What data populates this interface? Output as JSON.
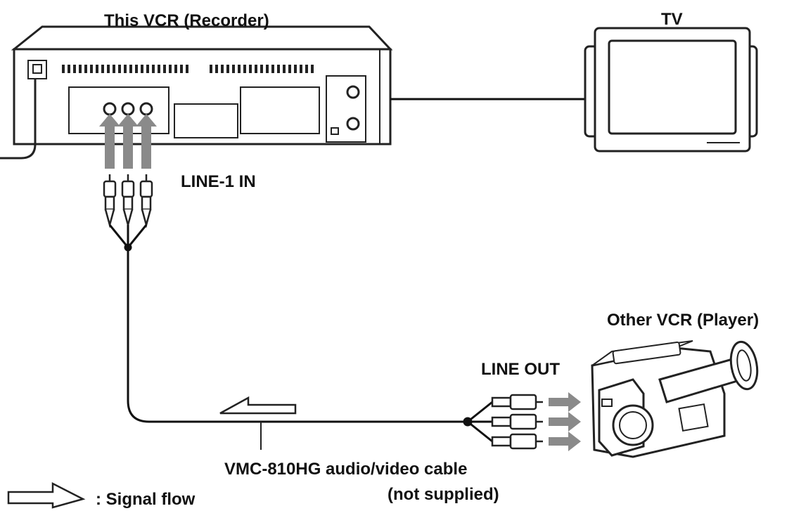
{
  "labels": {
    "vcr_recorder": "This VCR (Recorder)",
    "tv": "TV",
    "line1_in": "LINE-1 IN",
    "other_vcr": "Other VCR (Player)",
    "line_out": "LINE OUT",
    "cable_line1": "VMC-810HG audio/video cable",
    "cable_line2": "(not supplied)",
    "legend": ": Signal flow"
  },
  "colors": {
    "line": "#111111",
    "arrow_gray": "#8a8a8a",
    "outline": "#222222"
  }
}
